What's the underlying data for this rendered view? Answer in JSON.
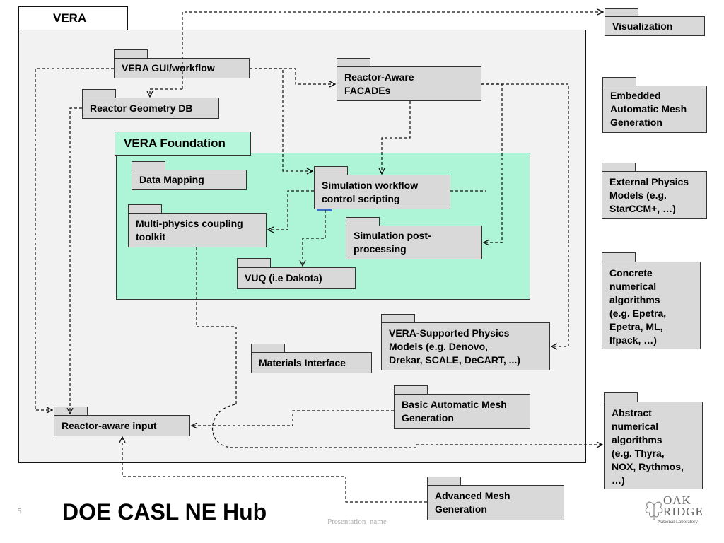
{
  "vera": {
    "title": "VERA"
  },
  "foundation": {
    "title": "VERA Foundation"
  },
  "packages": {
    "visualization": "Visualization",
    "embedded_mesh": "Embedded\nAutomatic Mesh\nGeneration",
    "external_physics": "External Physics\nModels (e.g.\nStarCCM+,  …)",
    "concrete_numerical": "Concrete\nnumerical\nalgorithms\n(e.g. Epetra,\nEpetra, ML,\nIfpack, …)",
    "abstract_numerical": "Abstract\nnumerical\nalgorithms\n(e.g. Thyra,\nNOX, Rythmos,\n…)",
    "advanced_mesh": "Advanced Mesh\nGeneration",
    "gui_workflow": "VERA GUI/workflow",
    "reactor_geometry_db": "Reactor Geometry DB",
    "reactor_facades": "Reactor-Aware\nFACADEs",
    "data_mapping": "Data Mapping",
    "sim_workflow": "Simulation workflow\ncontrol scripting",
    "multiphysics": "Multi-physics coupling\ntoolkit",
    "sim_post": "Simulation post-\nprocessing",
    "vuq": "VUQ (i.e Dakota)",
    "supported_physics": "VERA-Supported Physics\nModels  (e.g. Denovo,\nDrekar, SCALE, DeCART, ...)",
    "materials_interface": "Materials Interface",
    "basic_mesh": "Basic Automatic Mesh\nGeneration",
    "reactor_input": "Reactor-aware input"
  },
  "footer": {
    "page_number": "5",
    "title": "DOE CASL NE Hub",
    "presentation_name": "Presentation_name"
  },
  "logo": {
    "line1": "OAK",
    "line2": "RIDGE",
    "subtitle": "National Laboratory"
  },
  "colors": {
    "package_fill": "#d9d9d9",
    "vera_fill": "#f2f2f2",
    "foundation_fill": "#aef5d8"
  }
}
